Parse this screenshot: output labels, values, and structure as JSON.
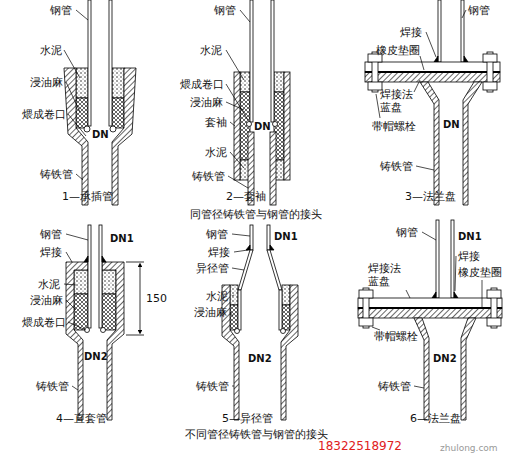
{
  "diagram": {
    "labels": [
      "钢管",
      "水泥",
      "浸油麻",
      "煨成卷口",
      "DN",
      "铸铁管",
      "1—承插管",
      "钢管",
      "水泥",
      "煨成卷口",
      "浸油麻",
      "套袖",
      "DN",
      "水泥",
      "铸铁管",
      "2—套袖",
      "钢管",
      "焊接",
      "橡皮垫圈",
      "焊接法 蓝盘",
      "带帽螺栓",
      "DN",
      "铸铁管",
      "3—法兰盘",
      "同管径铸铁管与钢管的接头",
      "钢管",
      "焊接",
      "DN1",
      "水泥",
      "浸油麻",
      "煨成卷口",
      "150",
      "DN2",
      "铸铁管",
      "4—直套管",
      "钢管",
      "DN1",
      "焊接",
      "异径管",
      "水泥",
      "浸油麻",
      "DN2",
      "铸铁管",
      "5—异径管",
      "钢管",
      "焊接",
      "DN1",
      "橡皮垫圈",
      "焊接法 蓝盘",
      "带帽螺栓",
      "DN2",
      "铸铁管",
      "6—法兰盘",
      "不同管径铸铁管与钢管的接头",
      "18322518972",
      "zhulong.com"
    ]
  }
}
